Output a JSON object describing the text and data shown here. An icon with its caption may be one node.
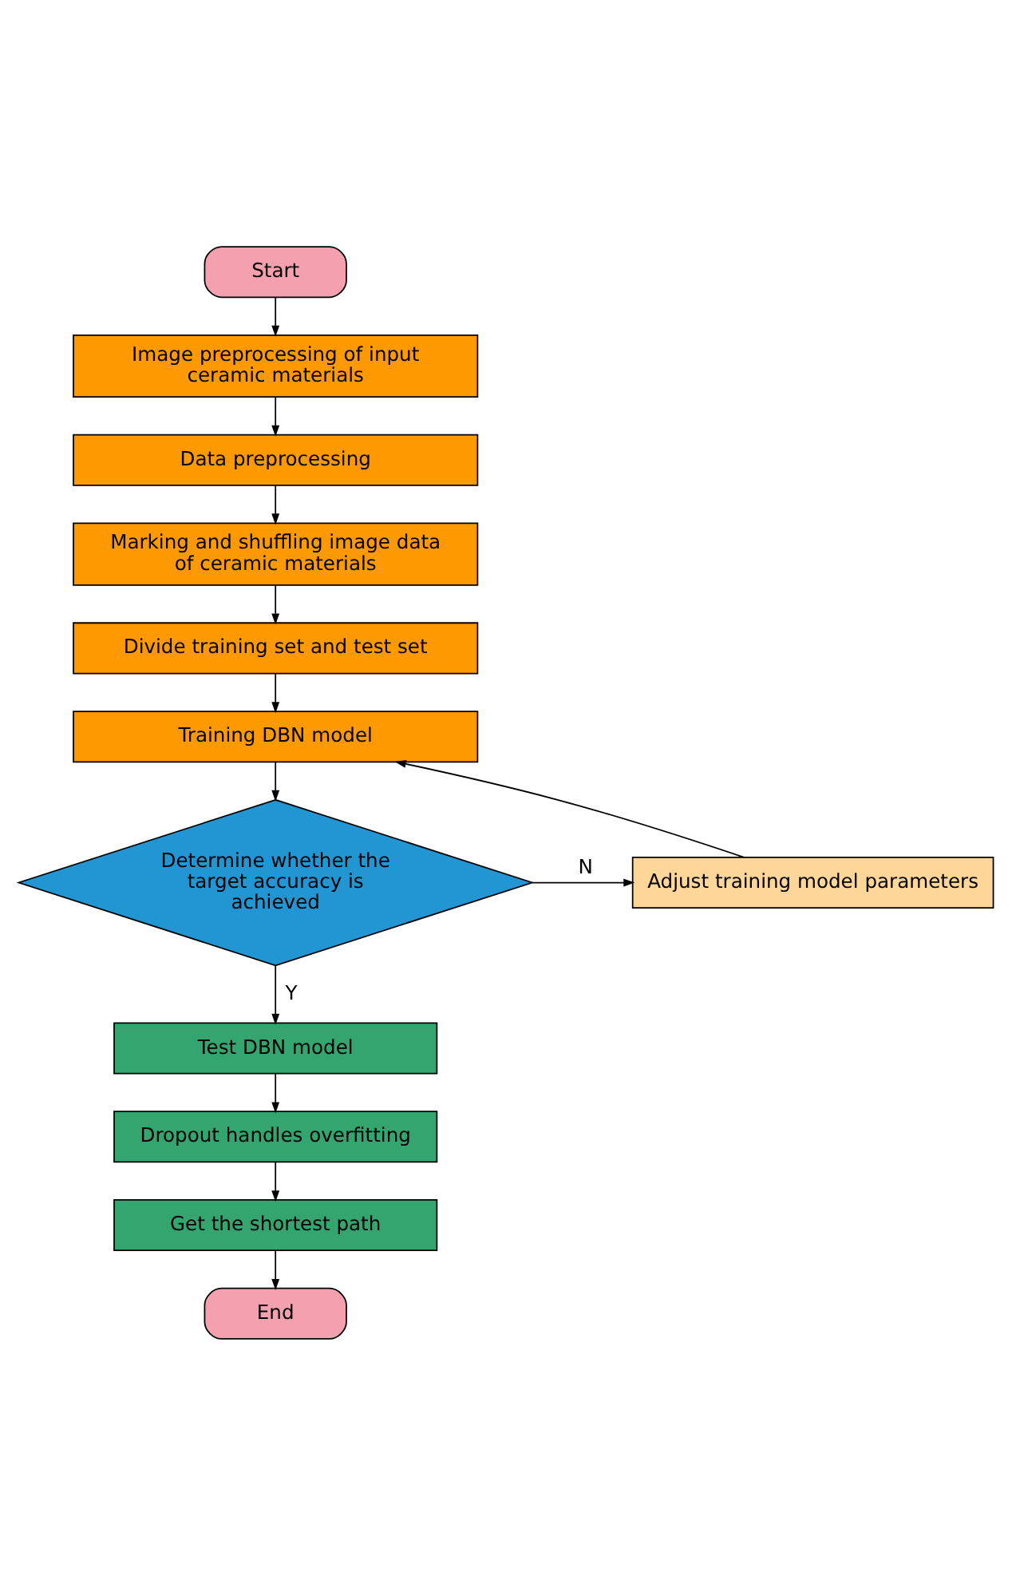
{
  "diagram": {
    "nodes": [
      {
        "text": [
          "Start"
        ]
      },
      {
        "text": [
          "Image preprocessing of input ceramic materials"
        ]
      },
      {
        "text": [
          "Data preprocessing"
        ]
      },
      {
        "text": [
          "Marking and shuffling image data of ceramic materials"
        ]
      },
      {
        "text": [
          "Divide training set and test set"
        ]
      },
      {
        "text": [
          "Training DBN model"
        ]
      },
      {
        "text": [
          "Adjust training model parameters"
        ]
      },
      {
        "text": [
          "Determine whether the target accuracy is achieved"
        ]
      },
      {
        "text": [
          "Test DBN model"
        ]
      },
      {
        "text": [
          "Dropout handles overfitting"
        ]
      },
      {
        "text": [
          "Get the shortest path"
        ]
      },
      {
        "text": [
          "End"
        ]
      }
    ],
    "edges": [
      {
        "from": 0,
        "to": 1,
        "arrow": "to"
      },
      {
        "from": 1,
        "to": 2,
        "arrow": "to"
      },
      {
        "from": 2,
        "to": 3,
        "arrow": "to"
      },
      {
        "from": 3,
        "to": 4,
        "arrow": "to"
      },
      {
        "from": 4,
        "to": 5,
        "arrow": "to"
      },
      {
        "from": 5,
        "to": 7,
        "arrow": "to"
      },
      {
        "from": 7,
        "to": 6,
        "arrow": "to",
        "label": "N"
      },
      {
        "from": 6,
        "to": 5,
        "arrow": "to"
      },
      {
        "from": 7,
        "to": 8,
        "arrow": "to",
        "label": "Y"
      },
      {
        "from": 8,
        "to": 9,
        "arrow": "to"
      },
      {
        "from": 9,
        "to": 10,
        "arrow": "to"
      },
      {
        "from": 10,
        "to": 11,
        "arrow": "to"
      }
    ]
  }
}
